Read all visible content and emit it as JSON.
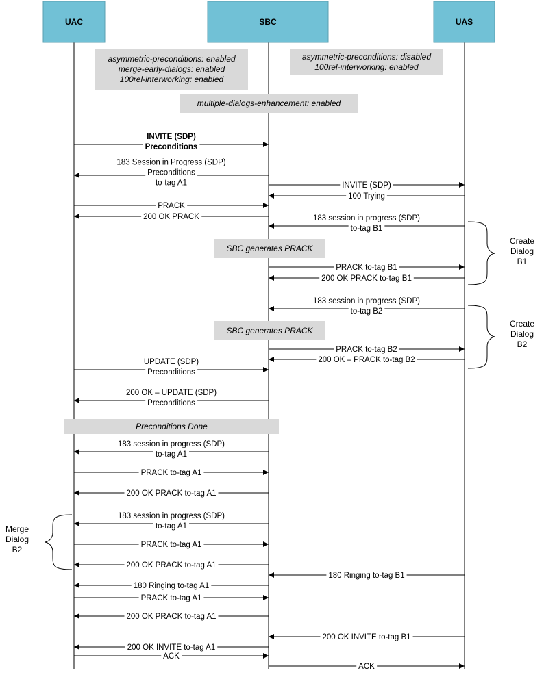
{
  "entities": [
    {
      "id": "uac",
      "label": "UAC"
    },
    {
      "id": "sbc",
      "label": "SBC"
    },
    {
      "id": "uas",
      "label": "UAS"
    }
  ],
  "colors": {
    "entity_fill": "#71c1d6",
    "entity_stroke": "#5a9fb0",
    "note_fill": "#d9d9d9",
    "line": "#000000"
  },
  "notes": [
    {
      "name": "note-uac-config",
      "lines": [
        "asymmetric-preconditions: enabled",
        "merge-early-dialogs: enabled",
        "100rel-interworking: enabled"
      ]
    },
    {
      "name": "note-uas-config",
      "lines": [
        "asymmetric-preconditions: disabled",
        "100rel-interworking: enabled"
      ]
    },
    {
      "name": "note-multiple-dialogs",
      "lines": [
        "multiple-dialogs-enhancement: enabled"
      ]
    },
    {
      "name": "note-sbc-prack-b1",
      "lines": [
        "SBC generates PRACK"
      ]
    },
    {
      "name": "note-sbc-prack-b2",
      "lines": [
        "SBC generates PRACK"
      ]
    },
    {
      "name": "note-preconditions-done",
      "lines": [
        "Preconditions Done"
      ]
    }
  ],
  "messages": [
    {
      "from": "uac",
      "to": "sbc",
      "lines": [
        "INVITE (SDP)",
        "Preconditions"
      ],
      "bold": true
    },
    {
      "from": "sbc",
      "to": "uac",
      "lines": [
        "183 Session in Progress (SDP)",
        "Preconditions",
        "to-tag A1"
      ]
    },
    {
      "from": "sbc",
      "to": "uas",
      "lines": [
        "INVITE (SDP)"
      ]
    },
    {
      "from": "uas",
      "to": "sbc",
      "lines": [
        "100 Trying"
      ]
    },
    {
      "from": "uac",
      "to": "sbc",
      "lines": [
        "PRACK"
      ]
    },
    {
      "from": "sbc",
      "to": "uac",
      "lines": [
        "200 OK   PRACK"
      ]
    },
    {
      "from": "uas",
      "to": "sbc",
      "lines": [
        "183 session in progress (SDP)",
        "to-tag B1"
      ]
    },
    {
      "from": "sbc",
      "to": "uas",
      "lines": [
        "PRACK  to-tag B1"
      ]
    },
    {
      "from": "uas",
      "to": "sbc",
      "lines": [
        "200 OK  PRACK  to-tag B1"
      ]
    },
    {
      "from": "uas",
      "to": "sbc",
      "lines": [
        "183 session in progress (SDP)",
        "to-tag B2"
      ]
    },
    {
      "from": "sbc",
      "to": "uas",
      "lines": [
        "PRACK  to-tag B2"
      ]
    },
    {
      "from": "uas",
      "to": "sbc",
      "lines": [
        "200 OK – PRACK  to-tag B2"
      ]
    },
    {
      "from": "uac",
      "to": "sbc",
      "lines": [
        "UPDATE (SDP)",
        "Preconditions"
      ]
    },
    {
      "from": "sbc",
      "to": "uac",
      "lines": [
        "200 OK – UPDATE (SDP)",
        "Preconditions"
      ]
    },
    {
      "from": "sbc",
      "to": "uac",
      "lines": [
        "183 session in progress (SDP)",
        "to-tag A1"
      ]
    },
    {
      "from": "uac",
      "to": "sbc",
      "lines": [
        "PRACK  to-tag A1"
      ]
    },
    {
      "from": "sbc",
      "to": "uac",
      "lines": [
        "200 OK  PRACK  to-tag A1"
      ]
    },
    {
      "from": "sbc",
      "to": "uac",
      "lines": [
        "183 session in progress (SDP)",
        "to-tag A1"
      ]
    },
    {
      "from": "uac",
      "to": "sbc",
      "lines": [
        "PRACK  to-tag A1"
      ]
    },
    {
      "from": "sbc",
      "to": "uac",
      "lines": [
        "200 OK  PRACK  to-tag A1"
      ]
    },
    {
      "from": "uas",
      "to": "sbc",
      "lines": [
        "180 Ringing  to-tag B1"
      ]
    },
    {
      "from": "sbc",
      "to": "uac",
      "lines": [
        "180 Ringing to-tag A1"
      ]
    },
    {
      "from": "uac",
      "to": "sbc",
      "lines": [
        "PRACK  to-tag A1"
      ]
    },
    {
      "from": "sbc",
      "to": "uac",
      "lines": [
        "200 OK  PRACK  to-tag A1"
      ]
    },
    {
      "from": "uas",
      "to": "sbc",
      "lines": [
        "200 OK  INVITE  to-tag B1"
      ]
    },
    {
      "from": "sbc",
      "to": "uac",
      "lines": [
        "200 OK  INVITE to-tag A1"
      ]
    },
    {
      "from": "uac",
      "to": "sbc",
      "lines": [
        "ACK"
      ]
    },
    {
      "from": "sbc",
      "to": "uas",
      "lines": [
        "ACK"
      ]
    }
  ],
  "groups": [
    {
      "name": "group-create-dialog-b1",
      "lines": [
        "Create",
        "Dialog",
        "B1"
      ]
    },
    {
      "name": "group-create-dialog-b2",
      "lines": [
        "Create",
        "Dialog",
        "B2"
      ]
    },
    {
      "name": "group-merge-dialog-b2",
      "lines": [
        "Merge",
        "Dialog",
        "B2"
      ]
    }
  ]
}
